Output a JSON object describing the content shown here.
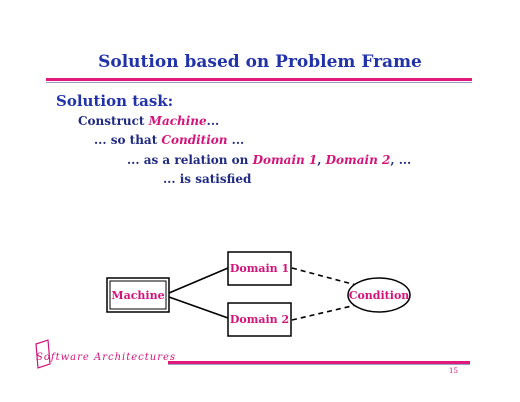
{
  "slide": {
    "title": "Solution based on Problem Frame",
    "heading": "Solution task:",
    "line1": {
      "prefix": "Construct ",
      "em": "Machine",
      "suffix": "..."
    },
    "line2": {
      "prefix": "... so that ",
      "em": "Condition",
      "suffix": " ..."
    },
    "line3": {
      "prefix": "... as a relation on ",
      "em1": "Domain 1",
      "sep1": ", ",
      "em2": "Domain 2",
      "suffix": ", ..."
    },
    "line4": "... is satisfied"
  },
  "diagram": {
    "machine_label": "Machine",
    "domain1_label": "Domain 1",
    "domain2_label": "Domain 2",
    "condition_label": "Condition"
  },
  "footer": {
    "course": "Software Architectures",
    "page_number": "15"
  },
  "colors": {
    "title_blue": "#2233aa",
    "accent_magenta": "#d4147a",
    "rule_pink": "#e0197a"
  }
}
